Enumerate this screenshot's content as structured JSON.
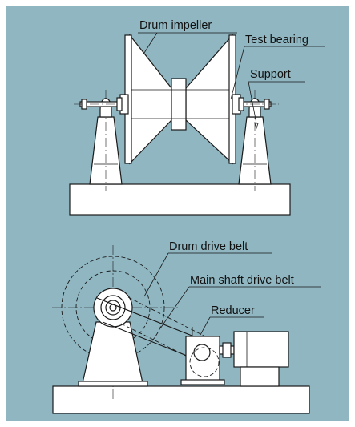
{
  "colors": {
    "background": "#8fb6c1",
    "line": "#1a1a1a",
    "part_fill": "#ffffff",
    "frame": "#ffffff"
  },
  "labels": {
    "drum_impeller": "Drum impeller",
    "test_bearing": "Test bearing",
    "support": "Support",
    "drum_drive_belt": "Drum drive belt",
    "main_shaft_drive_belt": "Main shaft drive belt",
    "reducer": "Reducer"
  }
}
